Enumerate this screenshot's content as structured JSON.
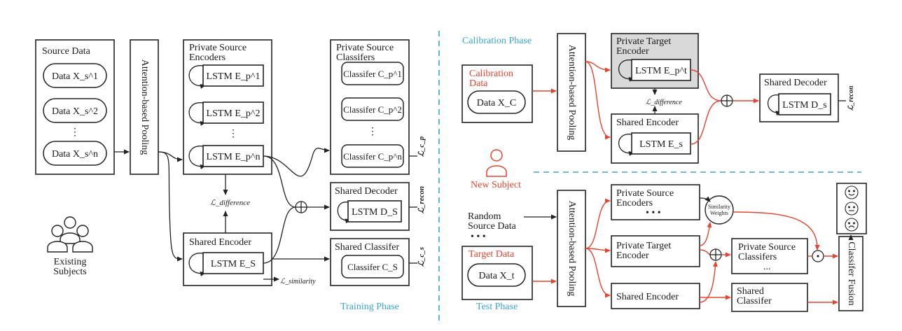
{
  "left": {
    "source_data": {
      "title": "Source Data",
      "items": [
        "Data X_s^1",
        "Data X_s^2",
        "⋮",
        "Data X_s^n"
      ]
    },
    "pooling": "Attention-based Pooling",
    "private_encoders": {
      "title_line1": "Private Source",
      "title_line2": "Encoders",
      "items": [
        "LSTM E_p^1",
        "LSTM E_p^2",
        "⋮",
        "LSTM E_p^n"
      ]
    },
    "private_classifiers": {
      "title_line1": "Private Source",
      "title_line2": "Classifers",
      "items": [
        "Classifer C_p^1",
        "Classifer C_p^2",
        "⋮",
        "Classifer C_p^n"
      ]
    },
    "shared_decoder": {
      "title": "Shared Decoder",
      "lstm": "LSTM D_S"
    },
    "shared_encoder": {
      "title": "Shared Encoder",
      "lstm": "LSTM E_S"
    },
    "shared_classifier": {
      "title": "Shared Classifer",
      "clf": "Classifer C_S"
    },
    "losses": {
      "difference": "ℒ_difference",
      "similarity": "ℒ_similarity",
      "c_p": "ℒ_c_p",
      "recon": "ℒ_recon",
      "c_s": "ℒ_c_s"
    },
    "subjects_line1": "Existing",
    "subjects_line2": "Subjects",
    "phase": "Training Phase"
  },
  "right_top": {
    "phase": "Calibration Phase",
    "calib_line1": "Calibration",
    "calib_line2": "Data",
    "data": "Data X_C",
    "pooling": "Attention-based Pooling",
    "private_target": {
      "line1": "Private Target",
      "line2": "Encoder",
      "lstm": "LSTM E_p^t"
    },
    "shared_encoder": {
      "title": "Shared Encoder",
      "lstm": "LSTM E_s"
    },
    "shared_decoder": {
      "title": "Shared Decoder",
      "lstm": "LSTM D_s"
    },
    "loss_difference": "ℒ_difference",
    "loss_recon": "ℒ_recon"
  },
  "right_bottom": {
    "new_subject": "New Subject",
    "random_line1": "Random",
    "random_line2": "Source Data",
    "random_dots": "• • •",
    "target_label": "Target Data",
    "target_data": "Data X_t",
    "pooling": "Attention-based Pooling",
    "private_source_enc": {
      "line1": "Private Source",
      "line2": "Encoders",
      "dots": "• • •"
    },
    "private_target_enc": {
      "line1": "Private Target",
      "line2": "Encoder"
    },
    "shared_encoder": "Shared Encoder",
    "private_source_clf": {
      "line1": "Private Source",
      "line2": "Classifers",
      "dots": "..."
    },
    "shared_clf": {
      "line1": "Shared",
      "line2": "Classifer"
    },
    "similarity": {
      "line1": "Similarity",
      "line2": "Weights"
    },
    "fusion": "Classifer Fusion",
    "phase": "Test Phase"
  },
  "colors": {
    "accent_red": "#e8432e",
    "phase_blue": "#3aa5d8",
    "grey_fill": "#d9d9d9"
  }
}
